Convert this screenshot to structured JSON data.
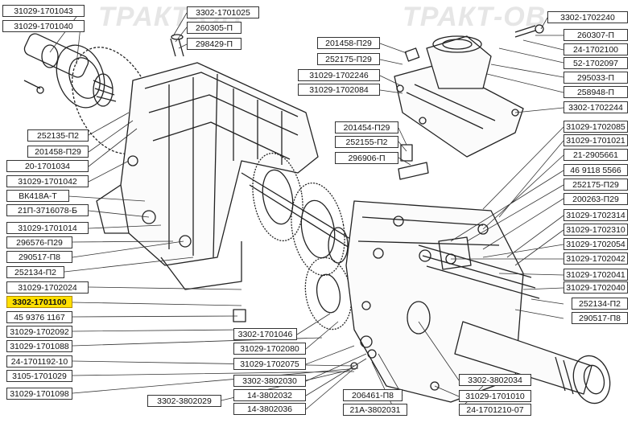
{
  "watermark": "ТРАКТ-ОВ",
  "accent_color": "#ffe000",
  "highlighted_part": "3302-1701100",
  "labels": {
    "l01": "31029-1701043",
    "l02": "31029-1701040",
    "l03": "3302-1701025",
    "l04": "260305-П",
    "l05": "298429-П",
    "l06": "201458-П29",
    "l07": "252175-П29",
    "l08": "31029-1702246",
    "l09": "31029-1702084",
    "l10": "3302-1702240",
    "l11": "260307-П",
    "l12": "24-1702100",
    "l13": "52-1702097",
    "l14": "295033-П",
    "l15": "258948-П",
    "l16": "3302-1702244",
    "l17": "201454-П29",
    "l18": "252155-П2",
    "l19": "296906-П",
    "l20": "31029-1702085",
    "l21": "31029-1701021",
    "l22": "21-2905661",
    "l23": "46 9118 5566",
    "l24": "252175-П29",
    "l25": "200263-П29",
    "l26": "31029-1702314",
    "l27": "31029-1702310",
    "l28": "31029-1702054",
    "l29": "31029-1702042",
    "l30": "31029-1702041",
    "l31": "31029-1702040",
    "l32": "252134-П2",
    "l33": "290517-П8",
    "l34": "252135-П2",
    "l35": "201458-П29",
    "l36": "20-1701034",
    "l37": "31029-1701042",
    "l38": "ВК418А-Т",
    "l39": "21П-3716078-Б",
    "l40": "31029-1701014",
    "l41": "296576-П29",
    "l42": "290517-П8",
    "l43": "252134-П2",
    "l44": "31029-1702024",
    "l45": "3302-1701100",
    "l46": "45 9376 1167",
    "l47": "31029-1702092",
    "l48": "31029-1701088",
    "l49": "24-1701192-10",
    "l50": "3105-1701029",
    "l51": "31029-1701098",
    "l52": "3302-1701046",
    "l53": "31029-1702080",
    "l54": "31029-1702075",
    "l55": "3302-3802030",
    "l56": "14-3802032",
    "l57": "14-3802036",
    "l58": "3302-3802029",
    "l59": "206461-П8",
    "l60": "21А-3802031",
    "l61": "3302-3802034",
    "l62": "31029-1701010",
    "l63": "24-1701210-07"
  }
}
